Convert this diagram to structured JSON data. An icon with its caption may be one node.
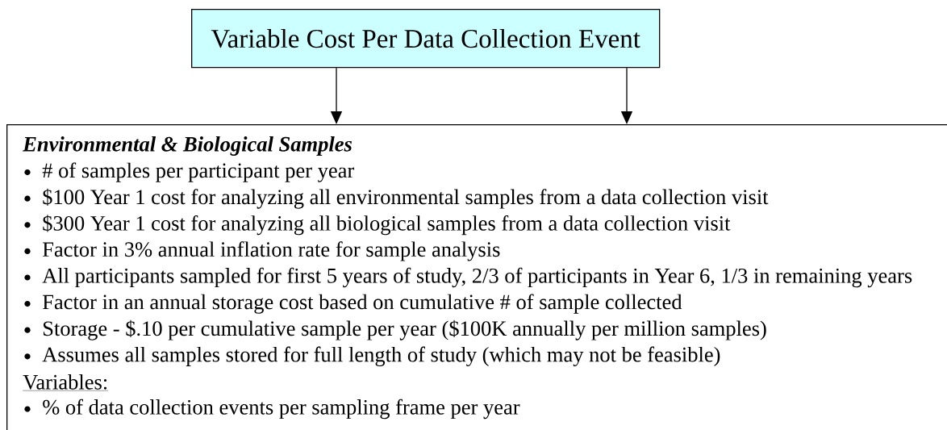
{
  "diagram": {
    "nodes": [
      {
        "text": [
          "Variable Cost Per Data Collection Event"
        ]
      },
      {
        "text": [
          "Environmental & Biological Samples",
          "# of samples per participant per year",
          "$100 Year 1 cost for analyzing all environmental samples from a data collection visit",
          "$300 Year 1 cost for analyzing all biological samples from a data collection visit",
          "Factor in 3% annual inflation rate for sample analysis",
          "All participants sampled for first 5 years of study, 2/3 of participants in Year 6, 1/3 in remaining years",
          "Factor in an annual storage cost based on cumulative # of sample collected",
          "Storage - $.10 per cumulative sample per year ($100K annually per million samples)",
          "Assumes all samples stored for full length of study (which may not be feasible)",
          "Variables:",
          "% of data collection events per sampling frame per year"
        ]
      }
    ],
    "edges": [
      {
        "from": 0,
        "to": 1,
        "arrow": "to"
      },
      {
        "from": 0,
        "to": 1,
        "arrow": "to"
      }
    ]
  }
}
